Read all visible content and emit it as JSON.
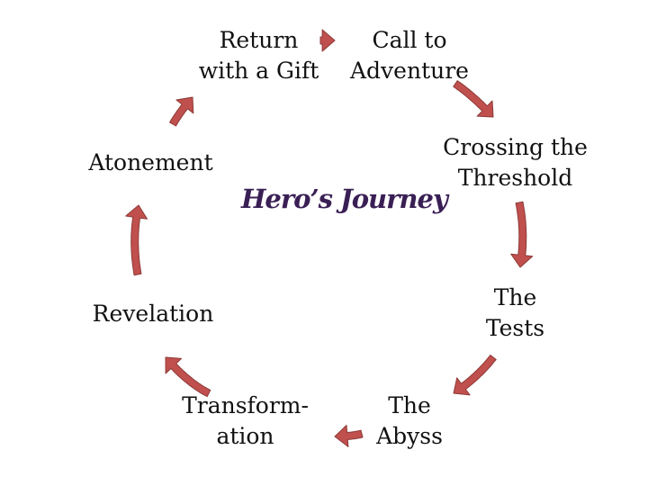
{
  "diagram": {
    "title": "Hero’s Journey",
    "stages": [
      {
        "id": "call",
        "label": "Call to\nAdventure"
      },
      {
        "id": "threshold",
        "label": "Crossing the\nThreshold"
      },
      {
        "id": "tests",
        "label": "The\nTests"
      },
      {
        "id": "abyss",
        "label": "The\nAbyss"
      },
      {
        "id": "transformation",
        "label": "Transform-\nation"
      },
      {
        "id": "revelation",
        "label": "Revelation"
      },
      {
        "id": "atonement",
        "label": "Atonement"
      },
      {
        "id": "return",
        "label": "Return\nwith a Gift"
      }
    ],
    "colors": {
      "arrow_fill": "#c0504d",
      "arrow_stroke": "#8c3a38",
      "title": "#3a1f55",
      "text": "#111111"
    }
  }
}
